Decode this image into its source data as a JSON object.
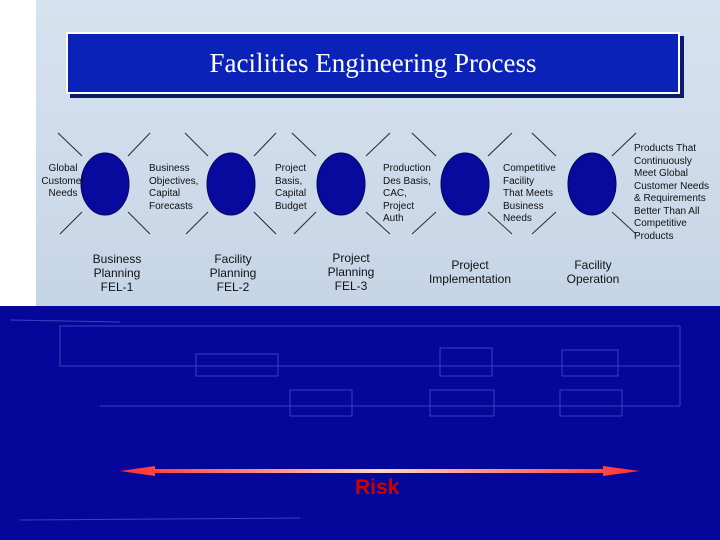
{
  "title": "Facilities Engineering Process",
  "labels": {
    "global_needs": "Global\nCustomer\nNeeds",
    "business_objectives": "Business\nObjectives,\nCapital\nForecasts",
    "project_basis": "Project\nBasis,\nCapital\nBudget",
    "production_basis": "Production\nDes Basis,\nCAC,\nProject\nAuth",
    "competitive_facility": "Competitive\nFacility\nThat Meets\nBusiness\nNeeds",
    "products": "Products That\nContinuously\nMeet Global\nCustomer Needs\n& Requirements\nBetter Than All\nCompetitive\nProducts"
  },
  "stages": {
    "fel1": "Business\nPlanning\nFEL-1",
    "fel2": "Facility\nPlanning\nFEL-2",
    "fel3": "Project\nPlanning\nFEL-3",
    "implementation": "Project\nImplementation",
    "operation": "Facility\nOperation"
  },
  "risk_label": "Risk",
  "colors": {
    "title_bg": "#0a22b8",
    "node_fill": "#070a9c",
    "background_dark": "#04079a",
    "risk_arrow": "#e01010"
  }
}
